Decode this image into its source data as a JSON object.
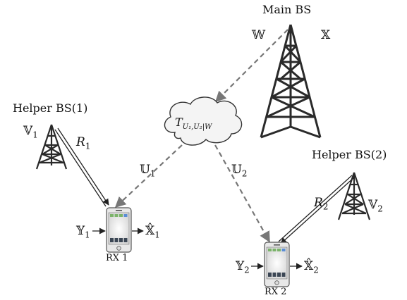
{
  "labels": {
    "main_bs": "Main BS",
    "helper_bs1": "Helper BS(1)",
    "helper_bs2": "Helper BS(2)",
    "rx1": "RX 1",
    "rx2": "RX 2"
  },
  "symbols": {
    "W": "𝕎",
    "X": "𝕏",
    "V1": "𝕍",
    "V1_sub": "1",
    "V2": "𝕍",
    "V2_sub": "2",
    "R1": "R",
    "R1_sub": "1",
    "R2": "R",
    "R2_sub": "2",
    "U1": "𝕌",
    "U1_sub": "1",
    "U2": "𝕌",
    "U2_sub": "2",
    "Y1": "𝕐",
    "Y1_sub": "1",
    "Y2": "𝕐",
    "Y2_sub": "2",
    "X1hat": "𝕏̂",
    "X1hat_sub": "1",
    "X2hat": "𝕏̂",
    "X2hat_sub": "2"
  },
  "cloud": {
    "main": "T",
    "sub": "U₁,U₂|W"
  },
  "colors": {
    "tower": "#2a2a2a",
    "dashed": "#777777",
    "phone_body": "#e8e8e8",
    "app_green": "#7bb36a",
    "app_blue": "#5b8ed6",
    "app_dark": "#3b4654"
  }
}
